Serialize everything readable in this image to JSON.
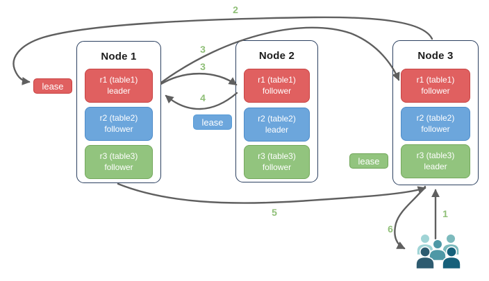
{
  "nodes": [
    {
      "title": "Node 1",
      "replicas": [
        {
          "name": "r1 (table1)",
          "role": "leader"
        },
        {
          "name": "r2 (table2)",
          "role": "follower"
        },
        {
          "name": "r3 (table3)",
          "role": "follower"
        }
      ]
    },
    {
      "title": "Node 2",
      "replicas": [
        {
          "name": "r1 (table1)",
          "role": "follower"
        },
        {
          "name": "r2 (table2)",
          "role": "leader"
        },
        {
          "name": "r3 (table3)",
          "role": "follower"
        }
      ]
    },
    {
      "title": "Node 3",
      "replicas": [
        {
          "name": "r1 (table1)",
          "role": "follower"
        },
        {
          "name": "r2 (table2)",
          "role": "follower"
        },
        {
          "name": "r3 (table3)",
          "role": "leader"
        }
      ]
    }
  ],
  "leases": [
    {
      "label": "lease",
      "color": "#e06060"
    },
    {
      "label": "lease",
      "color": "#6ca6dc"
    },
    {
      "label": "lease",
      "color": "#92c47e"
    }
  ],
  "steps": {
    "s1": "1",
    "s2": "2",
    "s3a": "3",
    "s3b": "3",
    "s4": "4",
    "s5": "5",
    "s6": "6"
  },
  "colors": {
    "replica_red": "#e06060",
    "replica_blue": "#6ca6dc",
    "replica_green": "#92c47e",
    "node_border": "#2a3f5f",
    "arrow": "#5f5f5f",
    "step_label": "#8fbf77",
    "users": [
      "#a0d4d6",
      "#7cbabd",
      "#4e98a6",
      "#2e5b70",
      "#16607a"
    ]
  }
}
